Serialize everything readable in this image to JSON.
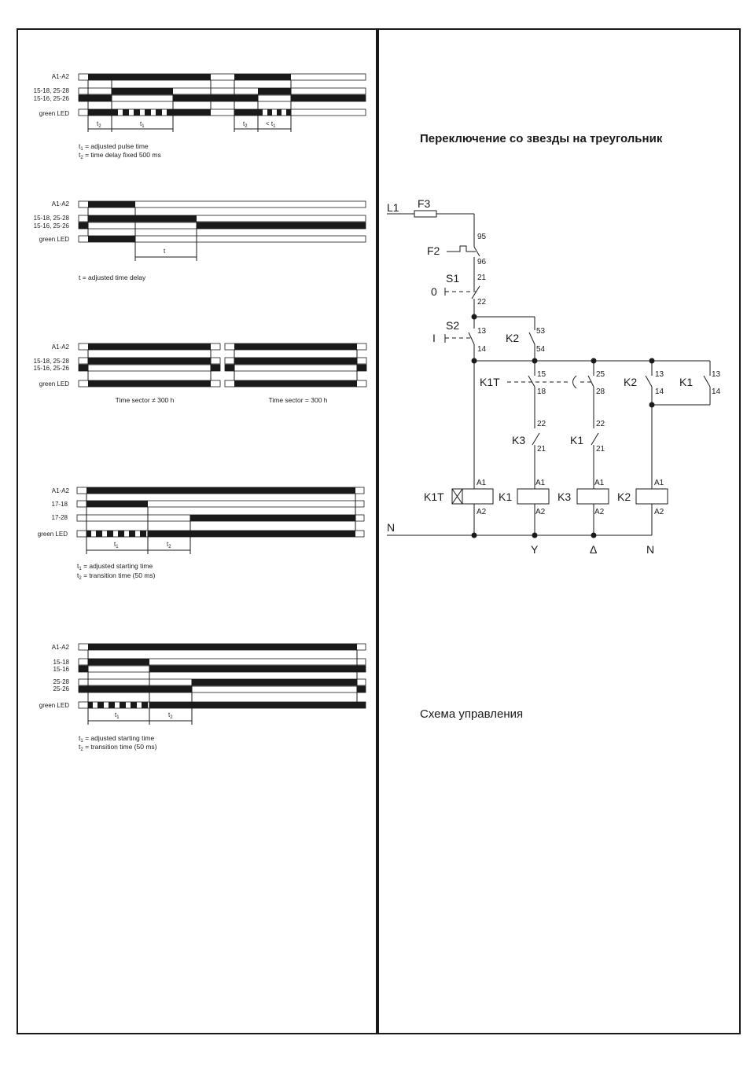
{
  "timing": {
    "d1": {
      "rows": [
        "A1-A2",
        "15-18, 25-28",
        "15-16, 25-26",
        "green LED"
      ],
      "t2a": "t",
      "t2a_sub": "2",
      "t1": "t",
      "t1_sub": "1",
      "t2b": "t",
      "t2b_sub": "2",
      "lt1": "< t",
      "lt1_sub": "1",
      "note1_a": "t",
      "note1_sub": "1",
      "note1_b": " = adjusted pulse time",
      "note2_a": "t",
      "note2_sub": "2",
      "note2_b": " = time delay fixed 500 ms"
    },
    "d2": {
      "rows": [
        "A1-A2",
        "15-18, 25-28",
        "15-16, 25-26",
        "green LED"
      ],
      "t": "t",
      "note": "t = adjusted time delay"
    },
    "d3": {
      "rows": [
        "A1-A2",
        "15-18, 25-28",
        "15-16, 25-26",
        "green LED"
      ],
      "left_label": "Time sector ≠ 300 h",
      "right_label": "Time sector = 300 h"
    },
    "d4": {
      "rows": [
        "A1-A2",
        "17-18",
        "17-28",
        "green LED"
      ],
      "t1": "t",
      "t1_sub": "1",
      "t2": "t",
      "t2_sub": "2",
      "note1_a": "t",
      "note1_sub": "1",
      "note1_b": " = adjusted starting time",
      "note2_a": "t",
      "note2_sub": "2",
      "note2_b": " = transition time (50 ms)"
    },
    "d5": {
      "rows": [
        "A1-A2",
        "15-18",
        "15-16",
        "25-28",
        "25-26",
        "green LED"
      ],
      "t1": "t",
      "t1_sub": "1",
      "t2": "t",
      "t2_sub": "2",
      "note1_a": "t",
      "note1_sub": "1",
      "note1_b": " = adjusted starting time",
      "note2_a": "t",
      "note2_sub": "2",
      "note2_b": " = transition time (50 ms)"
    }
  },
  "circuit": {
    "title": "Переключение со звезды на треугольник",
    "caption": "Схема управления",
    "L1": "L1",
    "F3": "F3",
    "F2": "F2",
    "n95": "95",
    "n96": "96",
    "S1": "S1",
    "zero": "0",
    "n21": "21",
    "n22": "22",
    "S2": "S2",
    "one": "I",
    "n13": "13",
    "n14": "14",
    "K2": "K2",
    "n53": "53",
    "n54": "54",
    "K1T": "K1T",
    "n15": "15",
    "n18": "18",
    "n25": "25",
    "n28": "28",
    "K2b": "K2",
    "n13b": "13",
    "n14b": "14",
    "K1": "K1",
    "n13c": "13",
    "n14c": "14",
    "K3": "K3",
    "n22a": "22",
    "n21a": "21",
    "K1b": "K1",
    "n22b": "22",
    "n21b": "21",
    "A1": "A1",
    "A2": "A2",
    "coil_K1T": "K1T",
    "coil_K1": "K1",
    "coil_K3": "K3",
    "coil_K2": "K2",
    "N_left": "N",
    "Y": "Y",
    "delta": "Δ",
    "N_right": "N"
  }
}
